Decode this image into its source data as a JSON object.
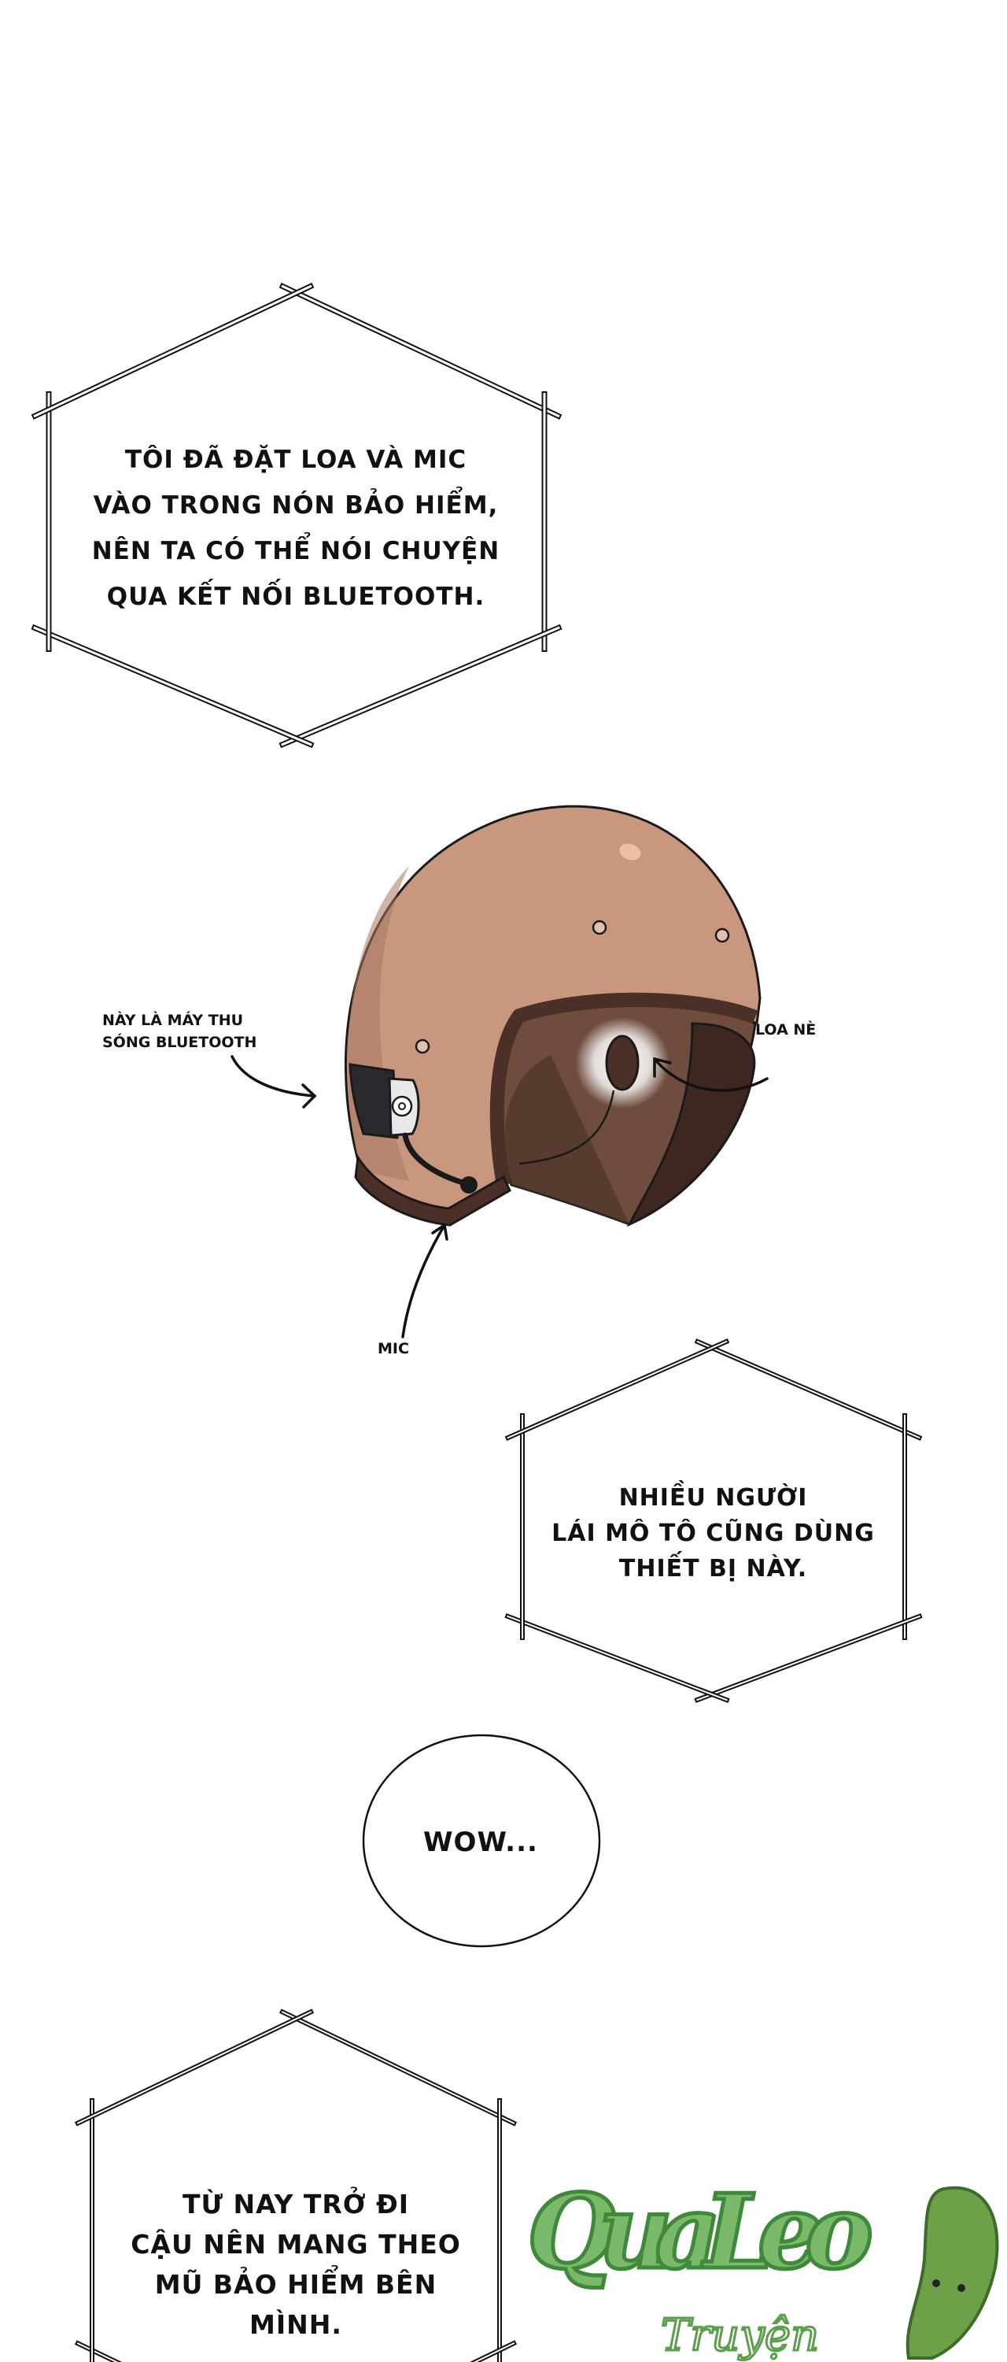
{
  "panels": {
    "caption_1": {
      "lines": [
        "TÔI ĐÃ ĐẶT LOA VÀ MIC",
        "VÀO TRONG NÓN BẢO HIỂM,",
        "NÊN TA CÓ THỂ NÓI CHUYỆN",
        "QUA KẾT NỐI BLUETOOTH."
      ]
    },
    "helmet_labels": {
      "bluetooth_receiver": [
        "NÀY LÀ MÁY THU",
        "SÓNG BLUETOOTH"
      ],
      "speaker": "LOA NÈ",
      "mic": "MIC"
    },
    "caption_2": {
      "lines": [
        "NHIỀU NGƯỜI",
        "LÁI MÔ TÔ CŨNG DÙNG",
        "THIẾT BỊ NÀY."
      ]
    },
    "speech_bubble": {
      "text": "WOW..."
    },
    "caption_3": {
      "lines": [
        "TỪ NAY TRỞ ĐI",
        "CẬU NÊN MANG THEO",
        "MŨ BẢO HIỂM BÊN",
        "MÌNH."
      ]
    }
  },
  "watermark": {
    "text": "QuaLeo",
    "subtext": "Truyện"
  },
  "colors": {
    "helmet_shell": "#c9967e",
    "helmet_shadow": "#a8765f",
    "helmet_rim": "#4a3026",
    "helmet_interior": "#6e4c3e",
    "watermark_green": "#6fbf5e"
  }
}
